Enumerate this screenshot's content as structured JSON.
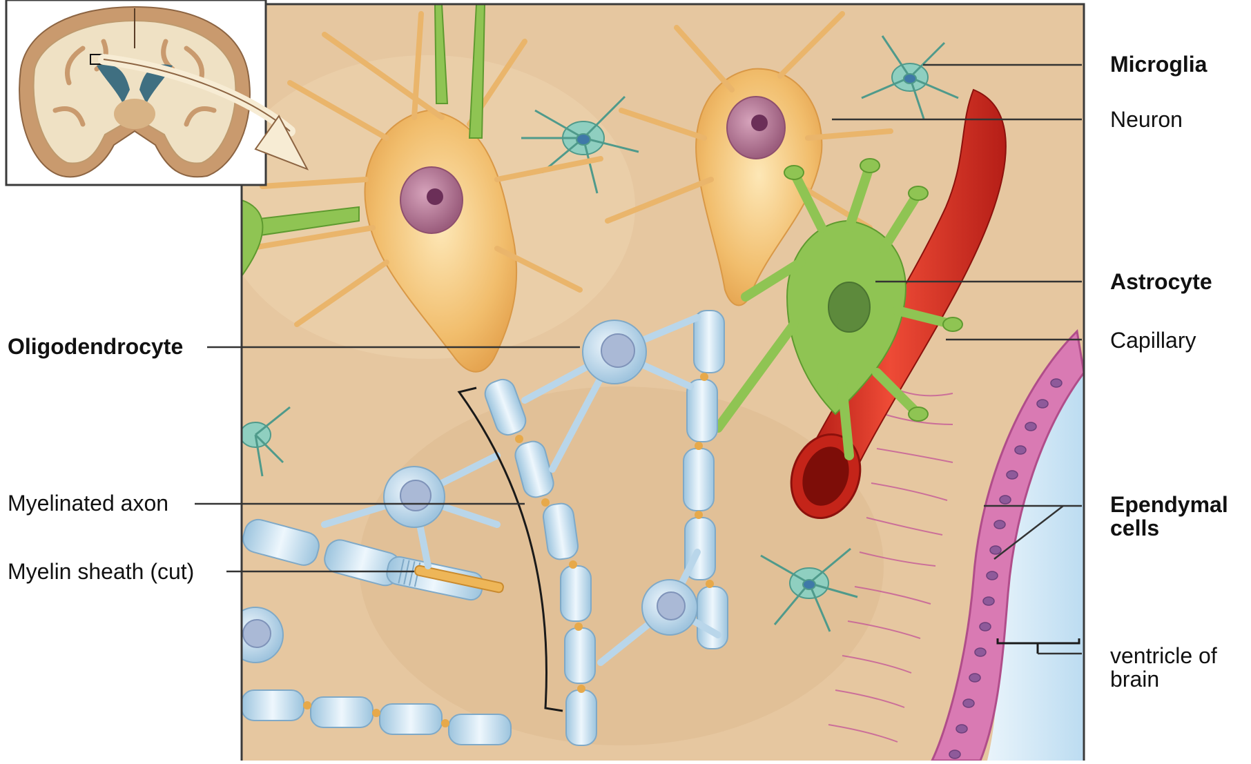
{
  "labels": {
    "microglia": "Microglia",
    "neuron": "Neuron",
    "astrocyte": "Astrocyte",
    "capillary": "Capillary",
    "ependymal_line1": "Ependymal",
    "ependymal_line2": "cells",
    "ventricle_line1": "ventricle of",
    "ventricle_line2": "brain",
    "oligodendrocyte": "Oligodendrocyte",
    "myelinated_axon": "Myelinated axon",
    "myelin_sheath": "Myelin sheath (cut)"
  },
  "colors": {
    "background_tissue": "#e7c9a3",
    "neuron": "#efb868",
    "neuron_nucleus": "#a86f8a",
    "astrocyte": "#8fc453",
    "microglia": "#6fb7a9",
    "oligodendrocyte": "#bcd8ea",
    "capillary": "#d9322a",
    "ependymal": "#d86fae",
    "ventricle": "#cfe6f5",
    "leader_line": "#333333"
  }
}
